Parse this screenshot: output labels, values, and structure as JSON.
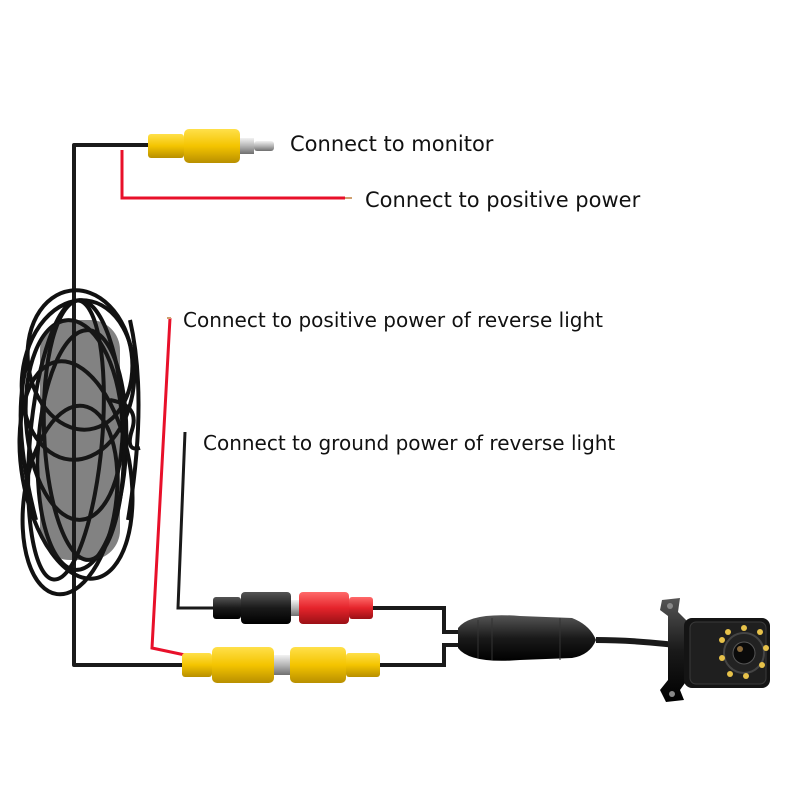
{
  "labels": {
    "monitor": "Connect to monitor",
    "positive_power": "Connect to positive power",
    "reverse_light_positive": "Connect to positive power of reverse light",
    "reverse_light_ground": "Connect to ground power of reverse light"
  },
  "colors": {
    "cable": "#1a1a1a",
    "red_wire": "#e8102a",
    "rca_yellow": "#f4c400",
    "rca_red": "#e5242b",
    "metal": "#c9c9c9"
  }
}
